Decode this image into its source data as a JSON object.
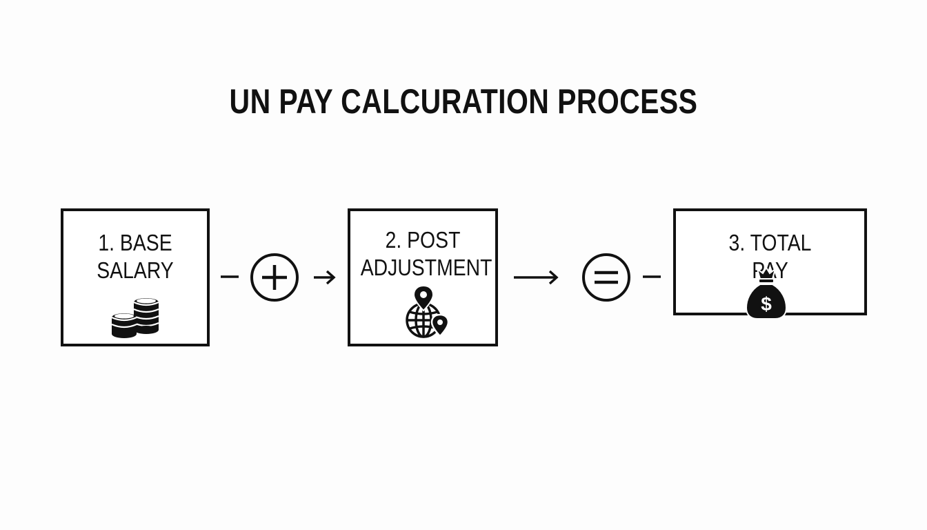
{
  "title": "UN PAY CALCURATION PROCESS",
  "steps": [
    {
      "line1": "1. BASE",
      "line2": "SALARY",
      "icon": "coins-stack-icon"
    },
    {
      "line1": "2. POST",
      "line2": "ADJUSTMENT",
      "icon": "globe-location-pin-icon"
    },
    {
      "line1": "3. TOTAL",
      "line2": "PAY",
      "icon": "money-bag-icon"
    }
  ],
  "operators": [
    {
      "symbol": "+",
      "icon": "plus-circle-icon"
    },
    {
      "symbol": "=",
      "icon": "equals-circle-icon"
    }
  ],
  "colors": {
    "ink": "#111111",
    "background": "#fdfdfd"
  }
}
